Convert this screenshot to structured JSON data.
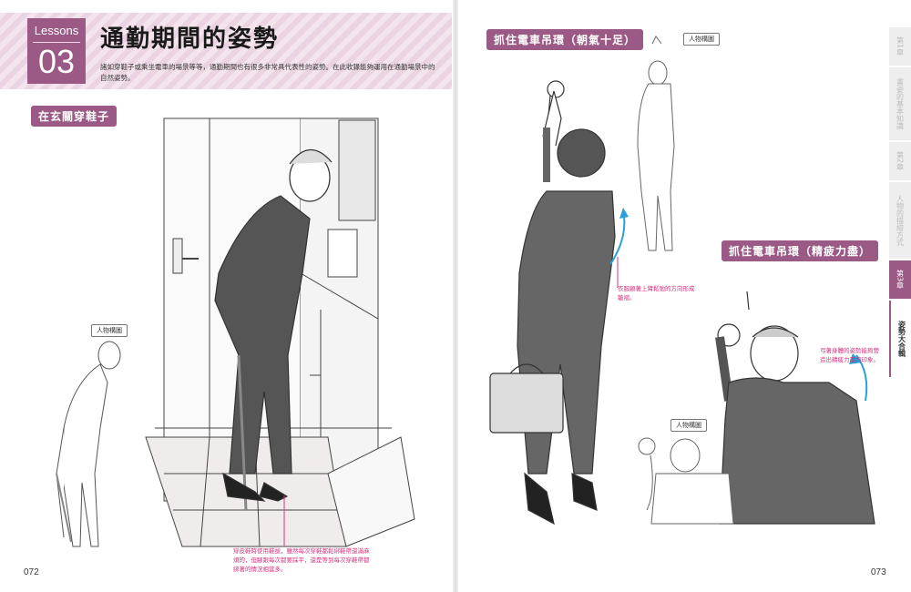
{
  "left_page": {
    "lesson_word": "Lessons",
    "lesson_number": "03",
    "title": "通勤期間的姿勢",
    "intro": "諸如穿鞋子或乘坐電車的場景等等，通勤期間也有很多非常具代表性的姿勢。在此收錄能夠運用在通勤場景中的自然姿勢。",
    "section": "在玄關穿鞋子",
    "ref_tag": "人物構圖",
    "note": "穿皮鞋時使用鞋拔，雖然每次穿鞋都鬆綁鞋帶還滿麻煩的，但腳跟每次都要踩平，還是等到每次穿鞋帶都綁著的情況相當多。",
    "page_number": "072"
  },
  "right_page": {
    "section_top": "抓住電車吊環（朝氣十足）",
    "ref_tag_top": "人物構圖",
    "note_top": "衣服顧著上臂鬆弛的方向形成皺褶。",
    "section_bottom": "抓住電車吊環（精疲力盡）",
    "ref_tag_bottom": "人物構圖",
    "note_bottom": "弓著身體的姿勢能夠營造出精疲力盡的印象。",
    "page_number": "073"
  },
  "side_tabs": [
    {
      "label": "第1章",
      "state": "inactive"
    },
    {
      "label": "畫姿的基本知識",
      "state": "inactive"
    },
    {
      "label": "第2章",
      "state": "inactive"
    },
    {
      "label": "人物的描繪方式",
      "state": "inactive"
    },
    {
      "label": "第3章",
      "state": "active"
    },
    {
      "label": "姿勢大合輯",
      "state": "current"
    }
  ],
  "colors": {
    "accent": "#9b5985",
    "note": "#d6337f",
    "arrow": "#2a9fd8"
  }
}
